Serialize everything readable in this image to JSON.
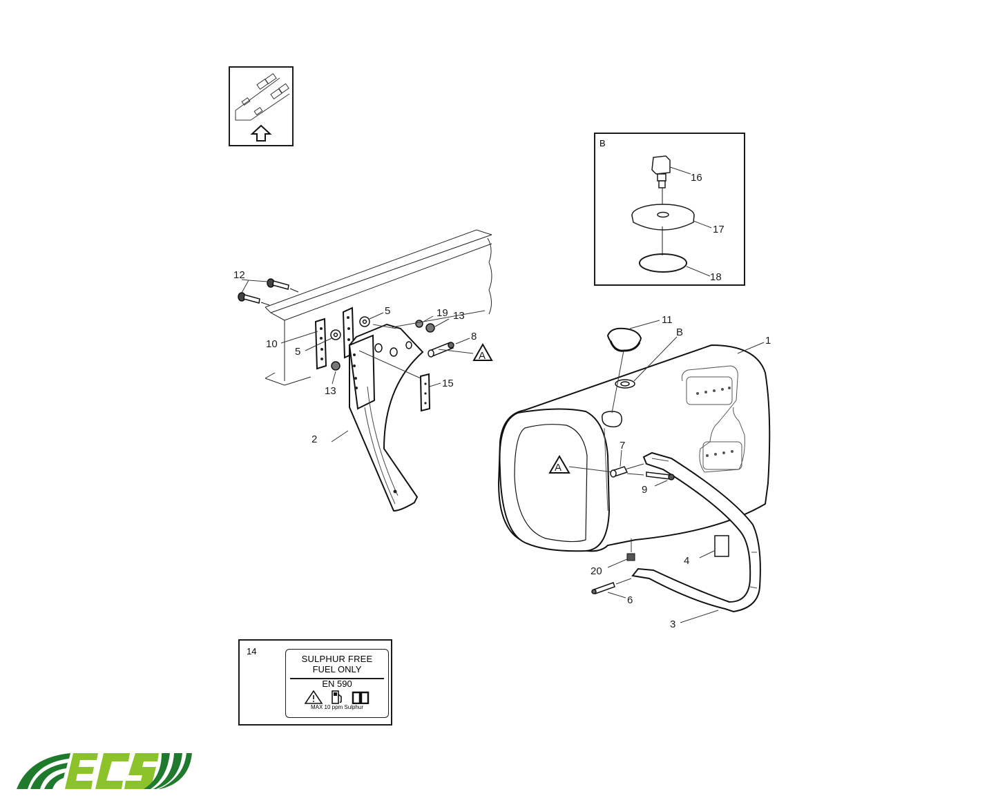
{
  "diagram": {
    "type": "exploded parts diagram",
    "subject": "Fuel tank with mounting bracket and straps",
    "orientation_box": {
      "icon": "vehicle-direction-arrow-icon",
      "description": "Vehicle orientation indicator with forward arrow"
    },
    "detail_box_b": {
      "label": "B",
      "callouts": [
        "16",
        "17",
        "18"
      ]
    },
    "label_box_14": {
      "label": "14",
      "line1": "SULPHUR FREE",
      "line2": "FUEL ONLY",
      "line3": "EN 590",
      "icons": [
        "warning-triangle-icon",
        "fuel-pump-icon",
        "manual-book-icon"
      ],
      "footer": "MAX 10 ppm Sulphur"
    },
    "callouts": {
      "c1": "1",
      "c2": "2",
      "c3": "3",
      "c4": "4",
      "c5a": "5",
      "c5b": "5",
      "c6": "6",
      "c7": "7",
      "c8": "8",
      "c9": "9",
      "c10": "10",
      "c11": "11",
      "c12": "12",
      "c13a": "13",
      "c13b": "13",
      "c15": "15",
      "c19": "19",
      "c20": "20",
      "cB": "B",
      "cA1": "A",
      "cA2": "A"
    },
    "colors": {
      "line": "#1a1a1a",
      "logo_dark_green": "#1f7a2e",
      "logo_light_green": "#8cc22a"
    }
  },
  "logo": {
    "text": "ECS",
    "name": "ECS logo"
  }
}
